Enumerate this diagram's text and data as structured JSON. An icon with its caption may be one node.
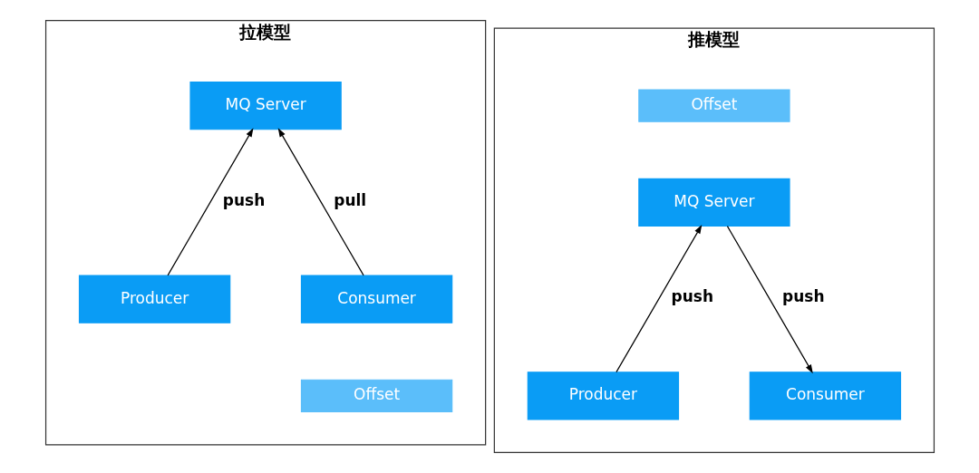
{
  "diagram": {
    "nodes": [
      {
        "text": [
          "拉模型"
        ]
      },
      {
        "text": [
          "MQ Server"
        ],
        "in": 0
      },
      {
        "text": [
          "Producer"
        ],
        "in": 0
      },
      {
        "text": [
          "Consumer"
        ],
        "in": 0
      },
      {
        "text": [
          "Offset"
        ],
        "in": 0
      },
      {
        "text": [
          "推模型"
        ]
      },
      {
        "text": [
          "Offset"
        ],
        "in": 5
      },
      {
        "text": [
          "MQ Server"
        ],
        "in": 5
      },
      {
        "text": [
          "Producer"
        ],
        "in": 5
      },
      {
        "text": [
          "Consumer"
        ],
        "in": 5
      }
    ],
    "edges": [
      {
        "from": 2,
        "to": 1,
        "arrow": "to",
        "label": "push"
      },
      {
        "from": 3,
        "to": 1,
        "arrow": "to",
        "label": "pull"
      },
      {
        "from": 8,
        "to": 7,
        "arrow": "to",
        "label": "push"
      },
      {
        "from": 7,
        "to": 9,
        "arrow": "to",
        "label": "push"
      }
    ]
  }
}
